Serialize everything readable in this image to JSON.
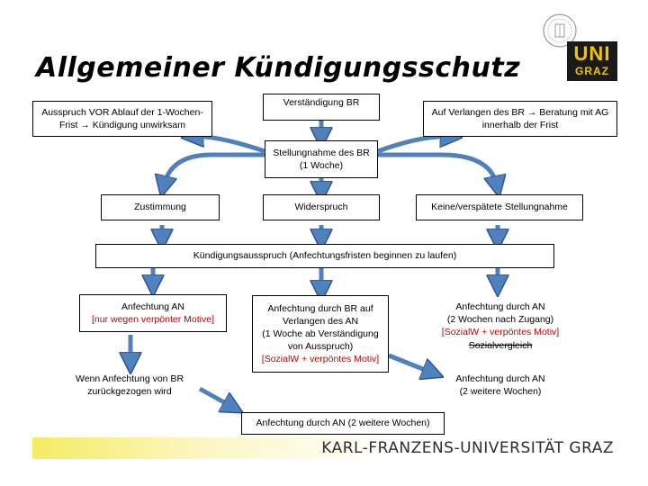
{
  "title": "Allgemeiner Kündigungsschutz",
  "logo": {
    "line1": "UNI",
    "line2": "GRAZ",
    "colors": {
      "background": "#1a1a1a",
      "text": "#f2c400"
    }
  },
  "footer": {
    "university": "KARL-FRANZENS-UNIVERSITÄT GRAZ"
  },
  "colors": {
    "arrow_fill": "#4f81bd",
    "arrow_stroke": "#2f5597",
    "accent_red": "#c00000",
    "footer_yellow": "#f4ec63"
  },
  "boxes": {
    "ausspruch_vor_ablauf": "Ausspruch VOR Ablauf der 1-Wochen-Frist → Kündigung unwirksam",
    "verstaendigung_br": "Verständigung BR",
    "verlangen_beratung": "Auf Verlangen des BR → Beratung mit AG innerhalb der Frist",
    "stellungnahme": {
      "line1": "Stellungnahme des BR",
      "line2": "(1 Woche)"
    },
    "zustimmung": "Zustimmung",
    "widerspruch": "Widerspruch",
    "keine_stellungnahme": "Keine/verspätete Stellungnahme",
    "kuendigungsausspruch": "Kündigungsausspruch (Anfechtungsfristen beginnen zu laufen)",
    "anfechtung_an": {
      "line1": "Anfechtung AN",
      "line2": "[nur wegen verpönter Motive]"
    },
    "anfechtung_br": {
      "line1": "Anfechtung durch BR auf Verlangen des AN",
      "line2": "(1 Woche ab Verständigung von Ausspruch)",
      "line3": "[SozialW + verpöntes Motiv]"
    },
    "anfechtung_an_right": {
      "line1": "Anfechtung durch AN",
      "line2": "(2 Wochen nach Zugang)",
      "line3": "[SozialW + verpöntes Motiv]",
      "line4": "Sozialvergleich"
    },
    "zurueckgezogen": "Wenn Anfechtung von BR zurückgezogen wird",
    "anfechtung_weitere_right": {
      "line1": "Anfechtung durch AN",
      "line2": "(2 weitere Wochen)"
    },
    "anfechtung_weitere_bottom": "Anfechtung durch AN (2 weitere Wochen)"
  }
}
